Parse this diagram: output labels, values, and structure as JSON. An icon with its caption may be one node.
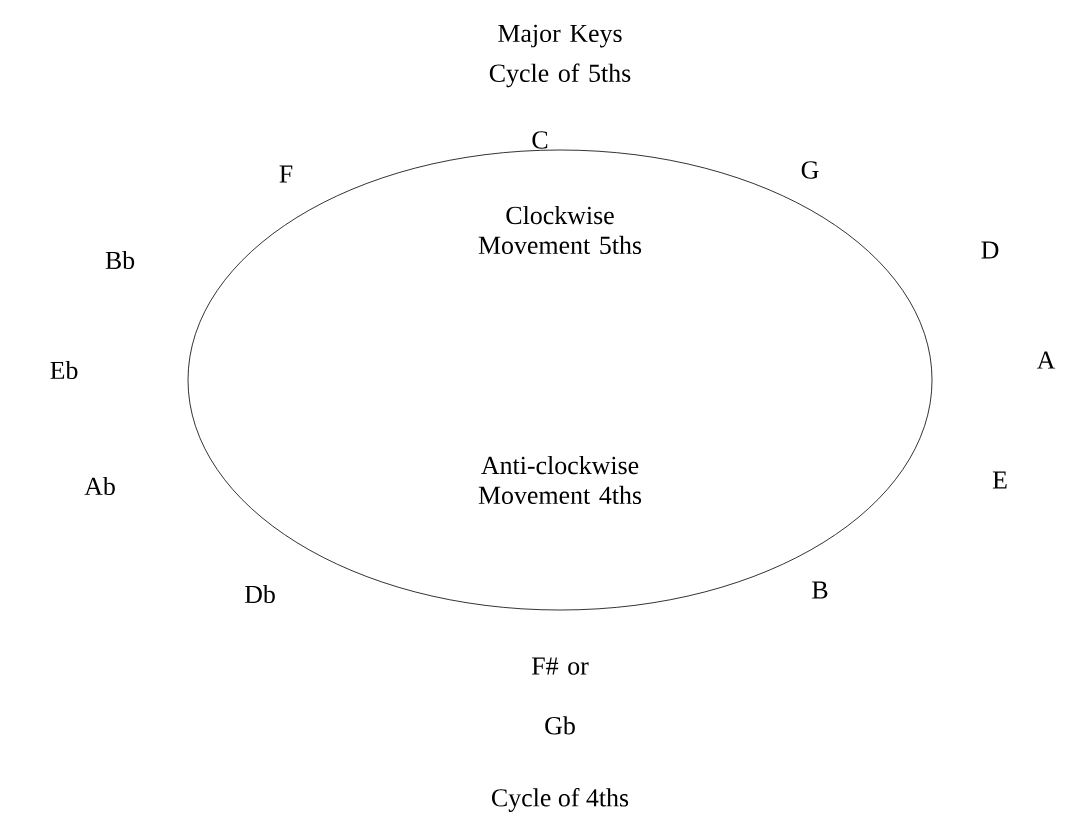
{
  "diagram": {
    "title": "Major Keys Cycle of 5ths",
    "caption": "Cycle of 4ths",
    "nodes": [
      {
        "text": [
          "Clockwise Movement 5ths",
          "Anti-clockwise Movement 4ths"
        ]
      }
    ],
    "labels": [
      "C",
      "G",
      "D",
      "A",
      "E",
      "B",
      "F# or Gb",
      "Db",
      "Ab",
      "Eb",
      "Bb",
      "F"
    ]
  }
}
